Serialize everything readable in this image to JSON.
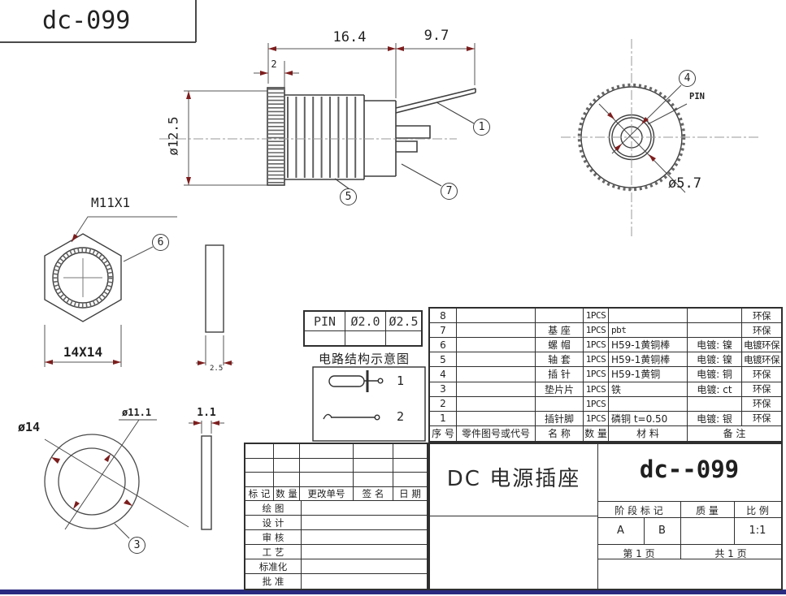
{
  "colors": {
    "line": "#3f3f3f",
    "dim": "#555555",
    "arrow": "#7d1d1d",
    "centerline": "#999999",
    "bar": "#2a2a80"
  },
  "header": {
    "title": "dc-099"
  },
  "side_view": {
    "dim_length": "16.4",
    "dim_pin": "9.7",
    "dim_knurl": "2",
    "dim_dia": "ø12.5",
    "callout_pin": "1",
    "callout_thread": "5",
    "callout_body": "7"
  },
  "front_view": {
    "callout": "4",
    "pin_label": "PIN",
    "dim_dia": "ø5.7"
  },
  "nut_view": {
    "thread_spec": "M11X1",
    "callout": "6",
    "dim_across": "14X14",
    "dim_thick": "2.5"
  },
  "washer_view": {
    "dim_outer": "ø14",
    "dim_inner": "ø11.1",
    "callout": "3",
    "dim_thick": "1.1"
  },
  "pin_table": {
    "col1": "PIN",
    "col2": "Ø2.0",
    "col3": "Ø2.5"
  },
  "circuit": {
    "title": "电路结构示意图",
    "item1": "1",
    "item2": "2"
  },
  "bom": {
    "header": {
      "no": "序 号",
      "code": "零件图号或代号",
      "name": "名 称",
      "qty": "数 量",
      "material": "材 料",
      "remark": "备 注"
    },
    "rows": [
      {
        "no": "8",
        "code": "",
        "name": "",
        "qty": "1PCS",
        "material": "",
        "plating": "",
        "remark": "环保"
      },
      {
        "no": "7",
        "code": "",
        "name": "基  座",
        "qty": "1PCS",
        "material": "pbt",
        "plating": "",
        "remark": "环保"
      },
      {
        "no": "6",
        "code": "",
        "name": "螺  帽",
        "qty": "1PCS",
        "material": "H59-1黄铜棒",
        "plating": "电镀: 镍",
        "remark": "电镀环保"
      },
      {
        "no": "5",
        "code": "",
        "name": "轴  套",
        "qty": "1PCS",
        "material": "H59-1黄铜棒",
        "plating": "电镀: 镍",
        "remark": "电镀环保"
      },
      {
        "no": "4",
        "code": "",
        "name": "插  针",
        "qty": "1PCS",
        "material": "H59-1黄铜",
        "plating": "电镀: 铜",
        "remark": "环保"
      },
      {
        "no": "3",
        "code": "",
        "name": "垫片片",
        "qty": "1PCS",
        "material": "铁",
        "plating": "电镀: ct",
        "remark": "环保"
      },
      {
        "no": "2",
        "code": "",
        "name": "",
        "qty": "1PCS",
        "material": "",
        "plating": "",
        "remark": "环保"
      },
      {
        "no": "1",
        "code": "",
        "name": "插针脚",
        "qty": "1PCS",
        "material": "磷铜 t=0.50",
        "plating": "电镀: 银",
        "remark": "环保"
      }
    ]
  },
  "title_block": {
    "rev_headers": {
      "mark": "标 记",
      "qty": "数 量",
      "order": "更改单号",
      "sign": "签 名",
      "date": "日 期"
    },
    "roles": {
      "draw": "绘  图",
      "design": "设  计",
      "check": "审  核",
      "process": "工  艺",
      "standard": "标准化",
      "approve": "批  准"
    },
    "product": "DC 电源插座",
    "model": "dc--099",
    "stage": {
      "header": "阶 段 标 记",
      "quality": "质 量",
      "scale_label": "比 例",
      "a": "A",
      "b": "B",
      "scale": "1:1"
    },
    "pages": {
      "page": "第  1  页",
      "total": "共  1  页"
    }
  }
}
